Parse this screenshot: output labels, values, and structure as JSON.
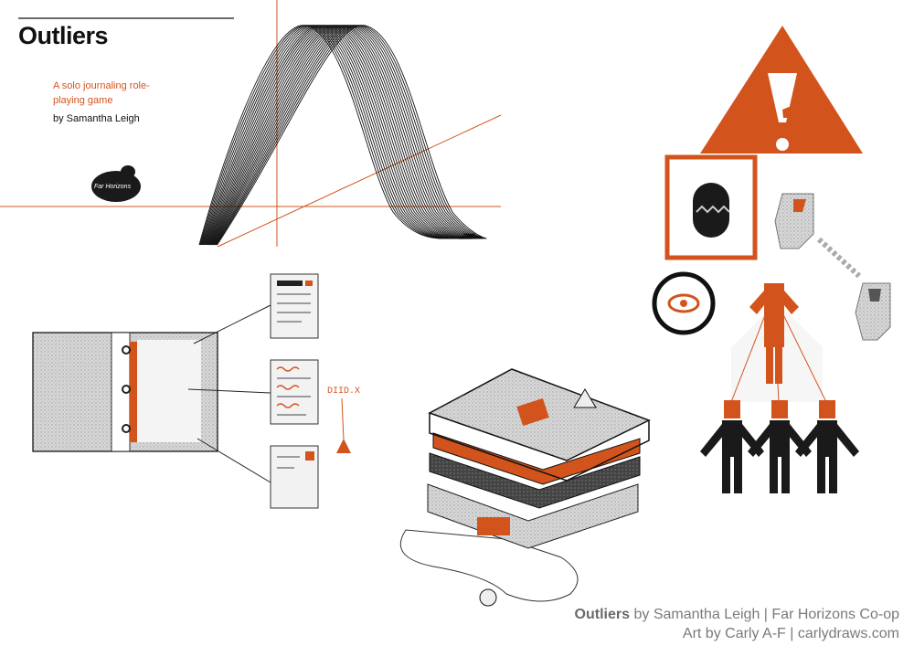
{
  "cover": {
    "title": "Outliers",
    "subtitle": "A solo journaling role-playing game",
    "author": "by Samantha Leigh",
    "publisher_logo_text": "Far Horizons"
  },
  "credits": {
    "game": "Outliers",
    "by_line": "by Samantha Leigh | Far Horizons Co-op",
    "art_line": "Art by Carly A-F | carlydraws.com"
  },
  "annotations": {
    "handwritten_note": "DIID.X"
  },
  "colors": {
    "accent": "#d2541c",
    "ink": "#111111",
    "grey": "#8a8a8a"
  }
}
